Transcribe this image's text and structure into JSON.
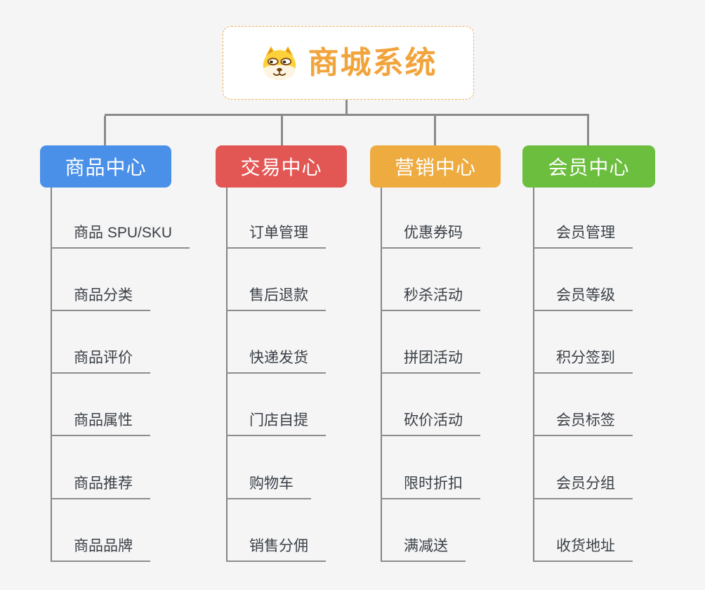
{
  "root": {
    "title": "商城系统",
    "title_color": "#f2a43c",
    "border_color": "#efb157",
    "icon": "shiba-dog-icon"
  },
  "connector_color": "#8a8a8a",
  "background_color": "#f5f5f5",
  "branches": [
    {
      "label": "商品中心",
      "color": "#4a90e8",
      "items": [
        "商品 SPU/SKU",
        "商品分类",
        "商品评价",
        "商品属性",
        "商品推荐",
        "商品品牌"
      ]
    },
    {
      "label": "交易中心",
      "color": "#e25754",
      "items": [
        "订单管理",
        "售后退款",
        "快递发货",
        "门店自提",
        "购物车",
        "销售分佣"
      ]
    },
    {
      "label": "营销中心",
      "color": "#edab40",
      "items": [
        "优惠券码",
        "秒杀活动",
        "拼团活动",
        "砍价活动",
        "限时折扣",
        "满减送"
      ]
    },
    {
      "label": "会员中心",
      "color": "#6cbe3e",
      "items": [
        "会员管理",
        "会员等级",
        "积分签到",
        "会员标签",
        "会员分组",
        "收货地址"
      ]
    }
  ]
}
